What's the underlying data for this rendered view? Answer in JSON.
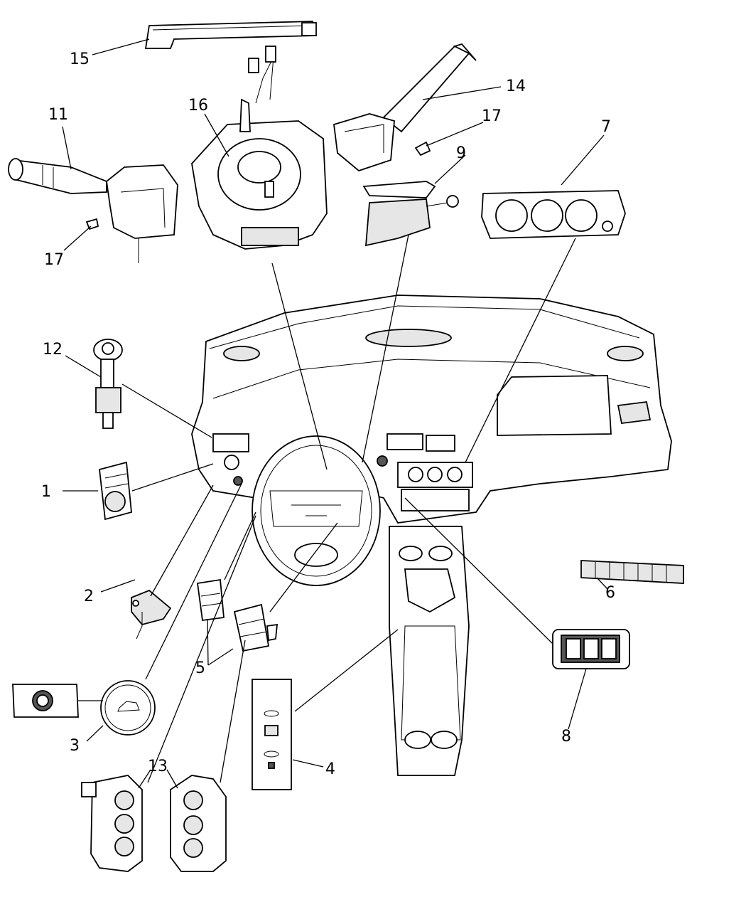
{
  "callouts": [
    {
      "id": "c1",
      "label": "1"
    },
    {
      "id": "c2",
      "label": "2"
    },
    {
      "id": "c3",
      "label": "3"
    },
    {
      "id": "c4",
      "label": "4"
    },
    {
      "id": "c5",
      "label": "5"
    },
    {
      "id": "c6",
      "label": "6"
    },
    {
      "id": "c7",
      "label": "7"
    },
    {
      "id": "c8",
      "label": "8"
    },
    {
      "id": "c9",
      "label": "9"
    },
    {
      "id": "c11",
      "label": "11"
    },
    {
      "id": "c12",
      "label": "12"
    },
    {
      "id": "c13",
      "label": "13"
    },
    {
      "id": "c14",
      "label": "14"
    },
    {
      "id": "c15",
      "label": "15"
    },
    {
      "id": "c16",
      "label": "16"
    },
    {
      "id": "c17a",
      "label": "17"
    },
    {
      "id": "c17b",
      "label": "17"
    }
  ]
}
